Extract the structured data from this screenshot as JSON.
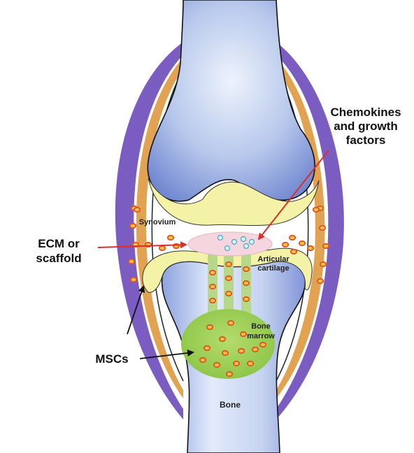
{
  "labels": {
    "chemokines": [
      "Chemokines",
      "and growth",
      "factors"
    ],
    "ecm": [
      "ECM or",
      "scaffold"
    ],
    "mscs": "MSCs",
    "synovium": "Synovium",
    "articular": [
      "Articular",
      "cartilage"
    ],
    "bone_marrow": [
      "Bone",
      "marrow"
    ],
    "bone": "Bone"
  },
  "colors": {
    "bone_fill": "#a9bde6",
    "bone_dark": "#6f86cf",
    "cartilage": "#f4f2a6",
    "capsule_outer": "#7b5cc0",
    "capsule_inner": "#e1a252",
    "scaffold": "#f5d6df",
    "marrow": "#9fcf57",
    "channel": "#b8d889",
    "msc_ring": "#e0542a",
    "msc_core": "#f1c33e",
    "arrow_red": "#d9302b",
    "arrow_black": "#111111"
  }
}
